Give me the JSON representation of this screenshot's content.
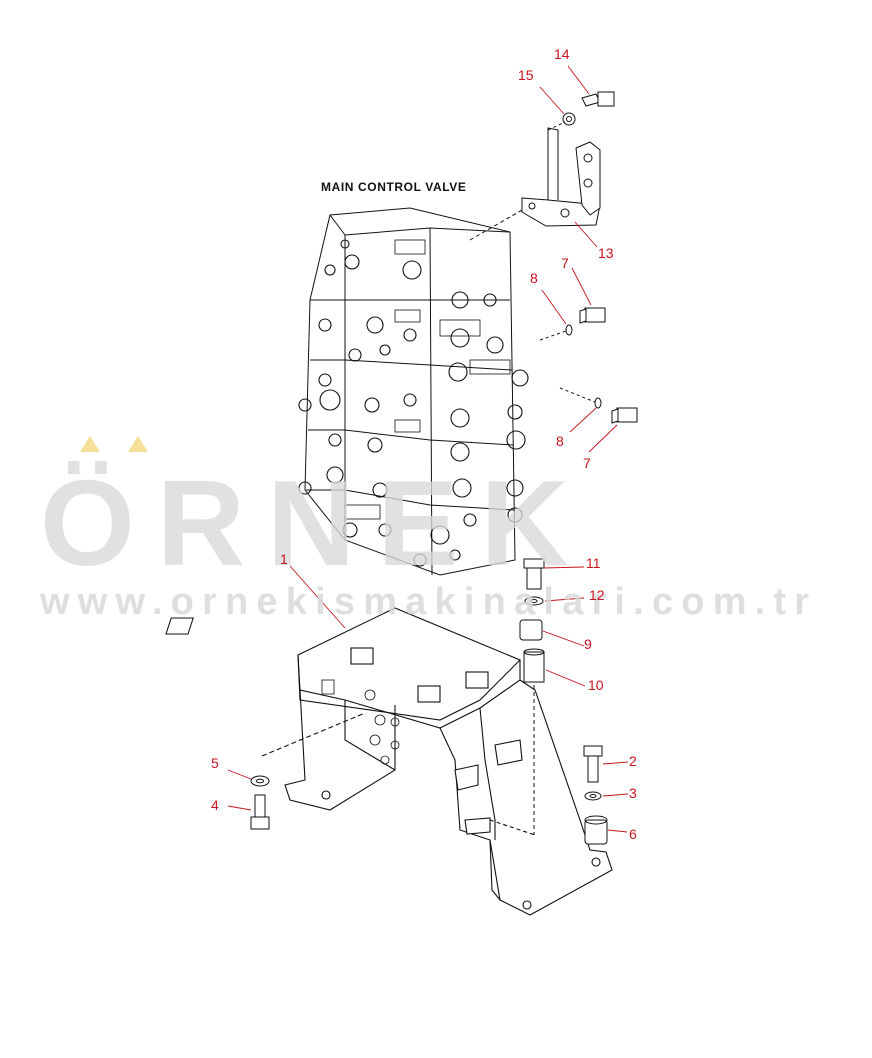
{
  "diagram": {
    "title": "MAIN CONTROL VALVE",
    "callouts": [
      {
        "id": "c1",
        "label": "1"
      },
      {
        "id": "c2",
        "label": "2"
      },
      {
        "id": "c3",
        "label": "3"
      },
      {
        "id": "c4",
        "label": "4"
      },
      {
        "id": "c5",
        "label": "5"
      },
      {
        "id": "c6",
        "label": "6"
      },
      {
        "id": "c7a",
        "label": "7"
      },
      {
        "id": "c7b",
        "label": "7"
      },
      {
        "id": "c8a",
        "label": "8"
      },
      {
        "id": "c8b",
        "label": "8"
      },
      {
        "id": "c9",
        "label": "9"
      },
      {
        "id": "c10",
        "label": "10"
      },
      {
        "id": "c11",
        "label": "11"
      },
      {
        "id": "c12",
        "label": "12"
      },
      {
        "id": "c13",
        "label": "13"
      },
      {
        "id": "c14",
        "label": "14"
      },
      {
        "id": "c15",
        "label": "15"
      }
    ],
    "colors": {
      "callout": "#c8141e",
      "line": "#111111",
      "watermark": "#d9d9dc",
      "watermark_accent": "#f5df9a"
    }
  },
  "watermark": {
    "brand": "ÖRNEK",
    "url": "www.ornekismakinalari.com.tr"
  }
}
